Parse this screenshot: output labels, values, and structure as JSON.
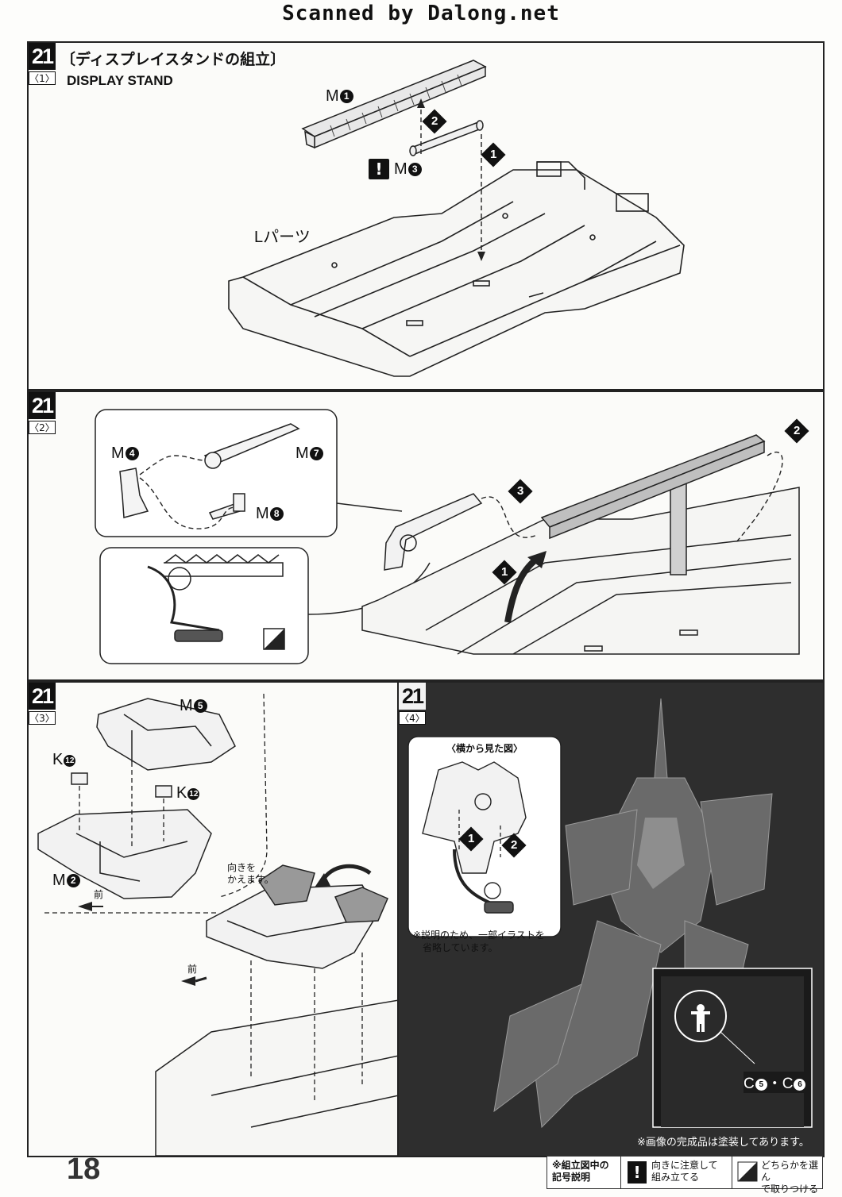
{
  "header": {
    "scan_credit": "Scanned by Dalong.net"
  },
  "step_number": "21",
  "panel1": {
    "sub": "〈1〉",
    "title_jp": "〔ディスプレイスタンドの組立〕",
    "title_en": "DISPLAY STAND",
    "part_m1_prefix": "M",
    "part_m1_num": "1",
    "part_m3_prefix": "M",
    "part_m3_num": "3",
    "caution_mark": "!",
    "base_label": "Lパーツ",
    "step1": "1",
    "step2": "2"
  },
  "panel2": {
    "sub": "〈2〉",
    "m4_prefix": "M",
    "m4_num": "4",
    "m7_prefix": "M",
    "m7_num": "7",
    "m8_prefix": "M",
    "m8_num": "8",
    "step1": "1",
    "step2": "2",
    "step3": "3"
  },
  "panel3": {
    "sub": "〈3〉",
    "m5_prefix": "M",
    "m5_num": "5",
    "k12a_prefix": "K",
    "k12a_num": "12",
    "k12b_prefix": "K",
    "k12b_num": "12",
    "m2_prefix": "M",
    "m2_num": "2",
    "front1": "前",
    "front2": "前",
    "turn_note_line1": "向きを",
    "turn_note_line2": "かえます。"
  },
  "panel4": {
    "sub": "〈4〉",
    "side_view": "〈横から見た図〉",
    "omit_line1": "※説明のため、一部イラストを",
    "omit_line2": "省略しています。",
    "decal_label": "C",
    "decal_5": "5",
    "decal_sep": "・C",
    "decal_6": "6",
    "paint_note": "※画像の完成品は塗装してあります。",
    "step1": "1",
    "step2": "2"
  },
  "footer": {
    "page_number": "18",
    "legend_title_line1": "※組立図中の",
    "legend_title_line2": "記号説明",
    "legend_caution_mark": "!",
    "legend_caution_line1": "向きに注意して",
    "legend_caution_line2": "組み立てる",
    "legend_choose_line1": "どちらかを選ん",
    "legend_choose_line2": "で取りつける"
  }
}
